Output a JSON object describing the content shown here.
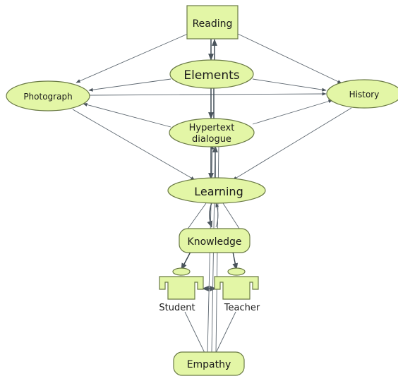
{
  "nodes": {
    "reading": "Reading",
    "elements": "Elements",
    "photograph": "Photograph",
    "history": "History",
    "hypertext_line1": "Hypertext",
    "hypertext_line2": "dialogue",
    "learning": "Learning",
    "knowledge": "Knowledge",
    "student": "Student",
    "teacher": "Teacher",
    "empathy": "Empathy"
  },
  "colors": {
    "node_fill": "#e3f6a6",
    "node_stroke": "#6a7a45",
    "edge": "#5d6770"
  },
  "icons": {
    "student": "person-icon",
    "teacher": "person-icon"
  }
}
